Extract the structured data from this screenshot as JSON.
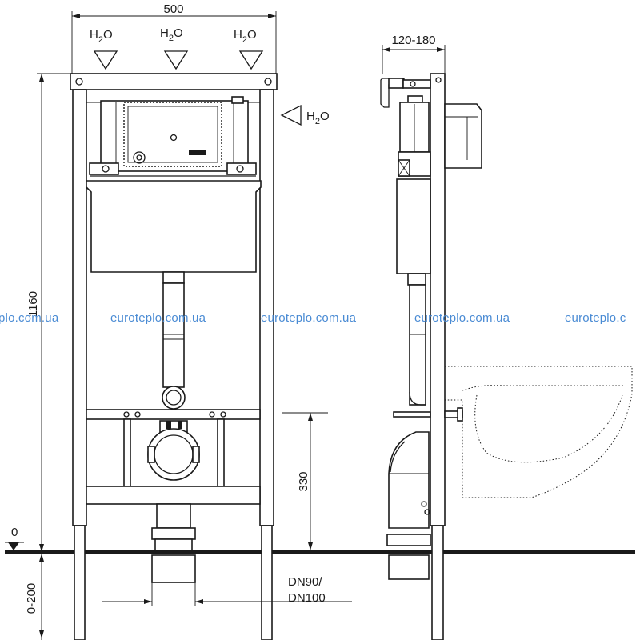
{
  "dimensions": {
    "width_top": "500",
    "depth_range": "120-180",
    "height": "1160",
    "bracket_height": "330",
    "floor_zero": "0",
    "below_floor": "0-200",
    "pipe_line1": "DN90/",
    "pipe_line2": "DN100"
  },
  "water_label": "H2O",
  "water_sub": "2",
  "watermark": {
    "partial_left": "plo.com.ua",
    "full": "euroteplo.com.ua",
    "partial_right": "euroteplo.c"
  },
  "colors": {
    "ink": "#1a1a1a",
    "watermark": "#4a8bd4",
    "floor": "#1a1a1a"
  }
}
